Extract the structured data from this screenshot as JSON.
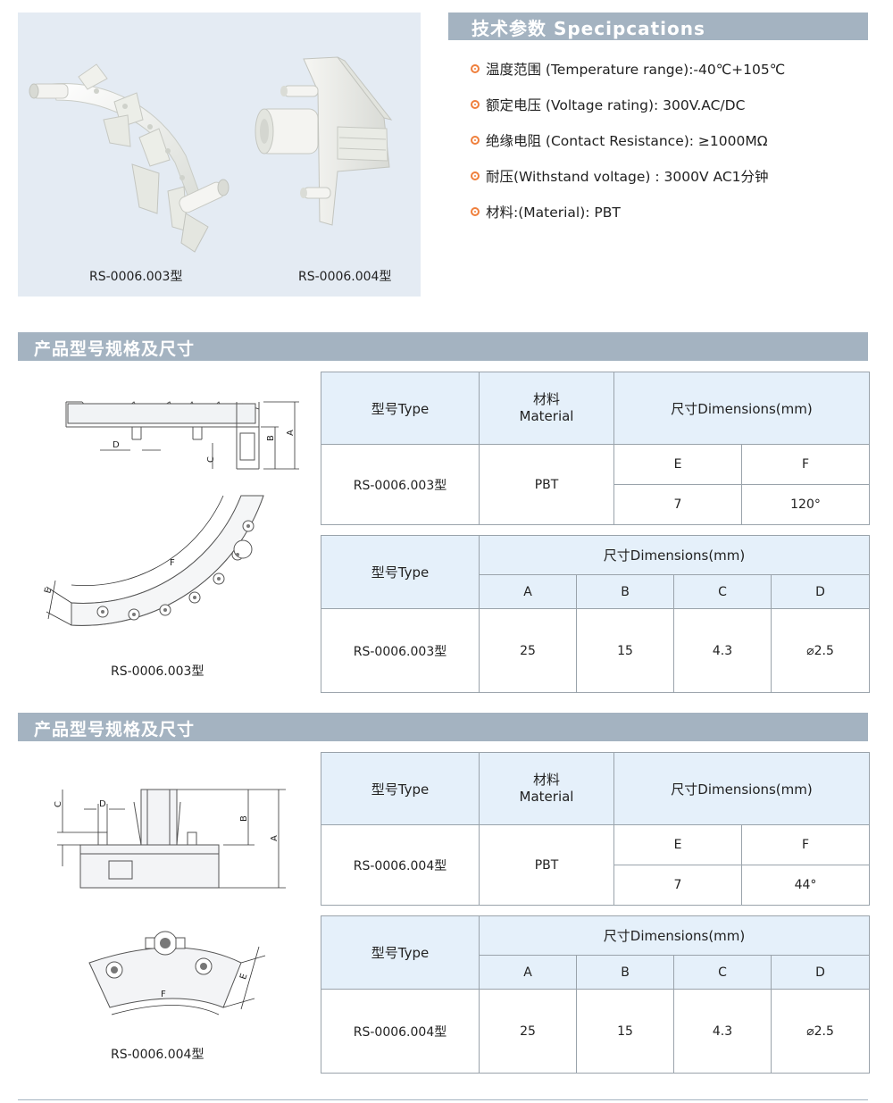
{
  "products": {
    "captions": [
      "RS-0006.003型",
      "RS-0006.004型"
    ]
  },
  "specs": {
    "title": "技术参数 Specipcations",
    "items": [
      "温度范围 (Temperature range):-40℃+105℃",
      "额定电压 (Voltage rating):  300V.AC/DC",
      "绝缘电阻 (Contact Resistance):  ≥1000MΩ",
      "耐压(Withstand voltage) :  3000V  AC1分钟",
      "材料:(Material): PBT"
    ]
  },
  "sections": [
    {
      "title": "产品型号规格及尺寸",
      "drawing_caption": "RS-0006.003型",
      "drawing_labels": {
        "a": "A",
        "b": "B",
        "c": "C",
        "d": "D",
        "e": "E",
        "f": "F"
      },
      "table1": {
        "headers": {
          "type": "型号Type",
          "material_cn": "材料",
          "material_en": "Material",
          "dimensions": "尺寸Dimensions(mm)"
        },
        "sub_headers": [
          "E",
          "F"
        ],
        "row": {
          "type": "RS-0006.003型",
          "material": "PBT",
          "values": [
            "7",
            "120°"
          ]
        }
      },
      "table2": {
        "headers": {
          "type": "型号Type",
          "dimensions": "尺寸Dimensions(mm)"
        },
        "sub_headers": [
          "A",
          "B",
          "C",
          "D"
        ],
        "row": {
          "type": "RS-0006.003型",
          "values": [
            "25",
            "15",
            "4.3",
            "⌀2.5"
          ]
        }
      }
    },
    {
      "title": "产品型号规格及尺寸",
      "drawing_caption": "RS-0006.004型",
      "drawing_labels": {
        "a": "A",
        "b": "B",
        "c": "C",
        "d": "D",
        "e": "E",
        "f": "F"
      },
      "table1": {
        "headers": {
          "type": "型号Type",
          "material_cn": "材料",
          "material_en": "Material",
          "dimensions": "尺寸Dimensions(mm)"
        },
        "sub_headers": [
          "E",
          "F"
        ],
        "row": {
          "type": "RS-0006.004型",
          "material": "PBT",
          "values": [
            "7",
            "44°"
          ]
        }
      },
      "table2": {
        "headers": {
          "type": "型号Type",
          "dimensions": "尺寸Dimensions(mm)"
        },
        "sub_headers": [
          "A",
          "B",
          "C",
          "D"
        ],
        "row": {
          "type": "RS-0006.004型",
          "values": [
            "25",
            "15",
            "4.3",
            "⌀2.5"
          ]
        }
      }
    }
  ],
  "colors": {
    "header_bar": "#a4b3c1",
    "table_header": "#e5f0fa",
    "bullet": "#ef7f3c",
    "photo_bg": "#e4ebf3"
  }
}
